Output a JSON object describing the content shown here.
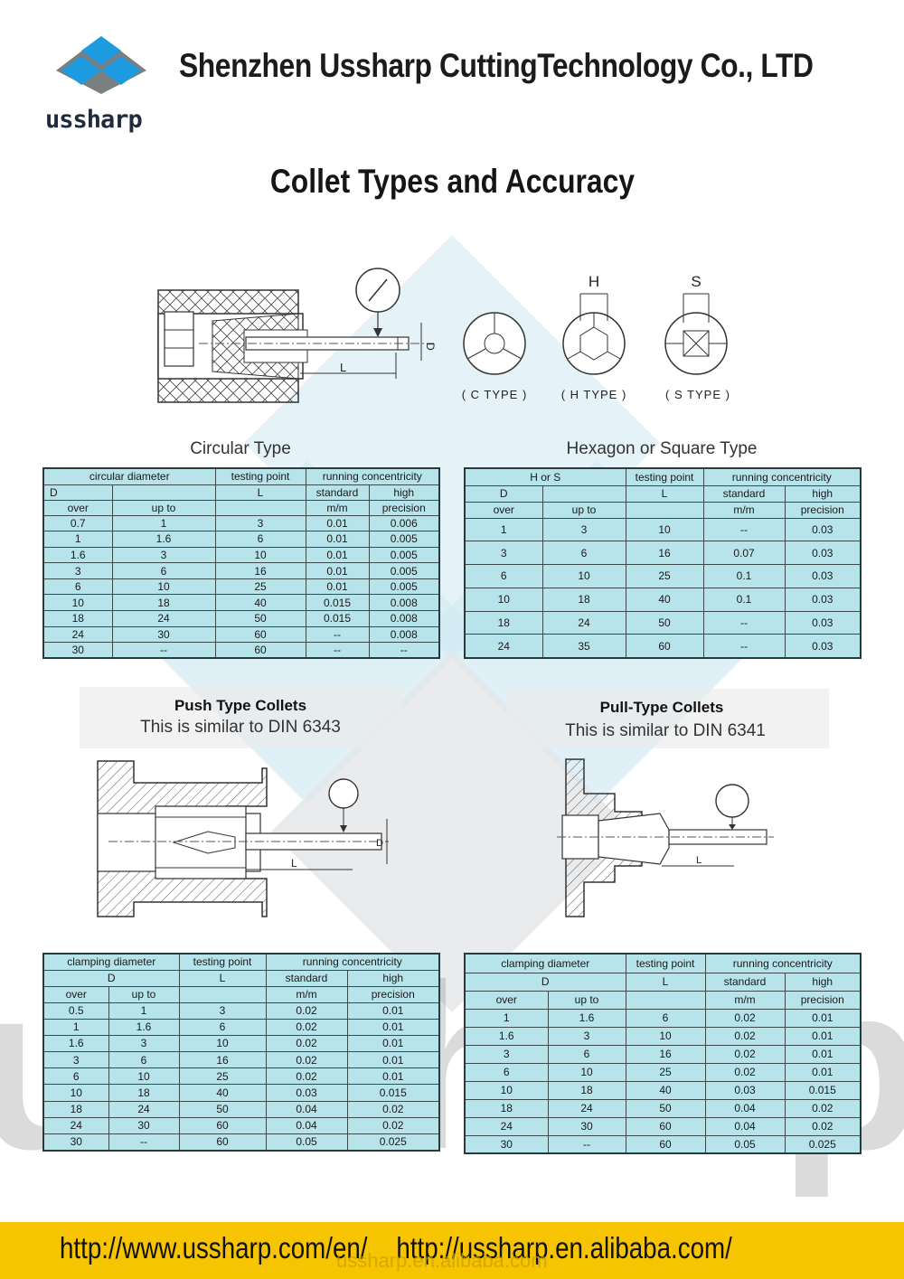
{
  "header": {
    "logo_text": "ussharp",
    "company_name": "Shenzhen Ussharp CuttingTechnology Co., LTD",
    "title": "Collet Types and Accuracy"
  },
  "diagram_top": {
    "dim_labels": {
      "D": "D",
      "L": "L",
      "H": "H",
      "S": "S"
    },
    "types": [
      "( C  TYPE )",
      "( H  TYPE )",
      "( S  TYPE )"
    ]
  },
  "circular": {
    "heading": "Circular Type",
    "header_row1": [
      "circular diameter",
      "testing point",
      "running concentricity"
    ],
    "header_row2": [
      "D",
      "",
      "L",
      "standard",
      "high"
    ],
    "header_row3": [
      "over",
      "up to",
      "",
      "m/m",
      "precision"
    ],
    "rows": [
      [
        "0.7",
        "1",
        "3",
        "0.01",
        "0.006"
      ],
      [
        "1",
        "1.6",
        "6",
        "0.01",
        "0.005"
      ],
      [
        "1.6",
        "3",
        "10",
        "0.01",
        "0.005"
      ],
      [
        "3",
        "6",
        "16",
        "0.01",
        "0.005"
      ],
      [
        "6",
        "10",
        "25",
        "0.01",
        "0.005"
      ],
      [
        "10",
        "18",
        "40",
        "0.015",
        "0.008"
      ],
      [
        "18",
        "24",
        "50",
        "0.015",
        "0.008"
      ],
      [
        "24",
        "30",
        "60",
        "--",
        "0.008"
      ],
      [
        "30",
        "--",
        "60",
        "--",
        "--"
      ]
    ]
  },
  "hexagon": {
    "heading": "Hexagon or Square Type",
    "header_row1": [
      "H or S",
      "testing point",
      "running concentricity"
    ],
    "header_row2": [
      "D",
      "",
      "L",
      "standard",
      "high"
    ],
    "header_row3": [
      "over",
      "up to",
      "",
      "m/m",
      "precision"
    ],
    "rows": [
      [
        "1",
        "3",
        "10",
        "--",
        "0.03"
      ],
      [
        "3",
        "6",
        "16",
        "0.07",
        "0.03"
      ],
      [
        "6",
        "10",
        "25",
        "0.1",
        "0.03"
      ],
      [
        "10",
        "18",
        "40",
        "0.1",
        "0.03"
      ],
      [
        "18",
        "24",
        "50",
        "--",
        "0.03"
      ],
      [
        "24",
        "35",
        "60",
        "--",
        "0.03"
      ]
    ]
  },
  "push": {
    "heading": "Push Type Collets",
    "subheading": "This is similar to DIN 6343",
    "dim_labels": {
      "D": "D",
      "L": "L"
    },
    "header_row1": [
      "clamping diameter",
      "testing point",
      "running concentricity"
    ],
    "header_row2": [
      "D",
      "L",
      "standard",
      "high"
    ],
    "header_row3": [
      "over",
      "up to",
      "m/m",
      "precision"
    ],
    "rows": [
      [
        "0.5",
        "1",
        "3",
        "0.02",
        "0.01"
      ],
      [
        "1",
        "1.6",
        "6",
        "0.02",
        "0.01"
      ],
      [
        "1.6",
        "3",
        "10",
        "0.02",
        "0.01"
      ],
      [
        "3",
        "6",
        "16",
        "0.02",
        "0.01"
      ],
      [
        "6",
        "10",
        "25",
        "0.02",
        "0.01"
      ],
      [
        "10",
        "18",
        "40",
        "0.03",
        "0.015"
      ],
      [
        "18",
        "24",
        "50",
        "0.04",
        "0.02"
      ],
      [
        "24",
        "30",
        "60",
        "0.04",
        "0.02"
      ],
      [
        "30",
        "--",
        "60",
        "0.05",
        "0.025"
      ]
    ]
  },
  "pull": {
    "heading": "Pull-Type Collets",
    "subheading": "This is similar to DIN 6341",
    "dim_labels": {
      "L": "L"
    },
    "header_row1": [
      "clamping diameter",
      "testing point",
      "running concentricity"
    ],
    "header_row2": [
      "D",
      "L",
      "standard",
      "high"
    ],
    "header_row3": [
      "over",
      "up to",
      "m/m",
      "precision"
    ],
    "rows": [
      [
        "1",
        "1.6",
        "6",
        "0.02",
        "0.01"
      ],
      [
        "1.6",
        "3",
        "10",
        "0.02",
        "0.01"
      ],
      [
        "3",
        "6",
        "16",
        "0.02",
        "0.01"
      ],
      [
        "6",
        "10",
        "25",
        "0.02",
        "0.01"
      ],
      [
        "10",
        "18",
        "40",
        "0.03",
        "0.015"
      ],
      [
        "18",
        "24",
        "50",
        "0.04",
        "0.02"
      ],
      [
        "24",
        "30",
        "60",
        "0.04",
        "0.02"
      ],
      [
        "30",
        "--",
        "60",
        "0.05",
        "0.025"
      ]
    ]
  },
  "watermark": {
    "text": "ussharp"
  },
  "footer": {
    "link1": "http://www.ussharp.com/en/",
    "link2": "http://ussharp.en.alibaba.com/",
    "overlay": "ussharp.en.alibaba.com"
  },
  "colors": {
    "table_fill": "#b7e3ea",
    "footer_bar": "#f6c400",
    "logo_blue": "#1e9be0",
    "logo_gray": "#7a7f82"
  }
}
